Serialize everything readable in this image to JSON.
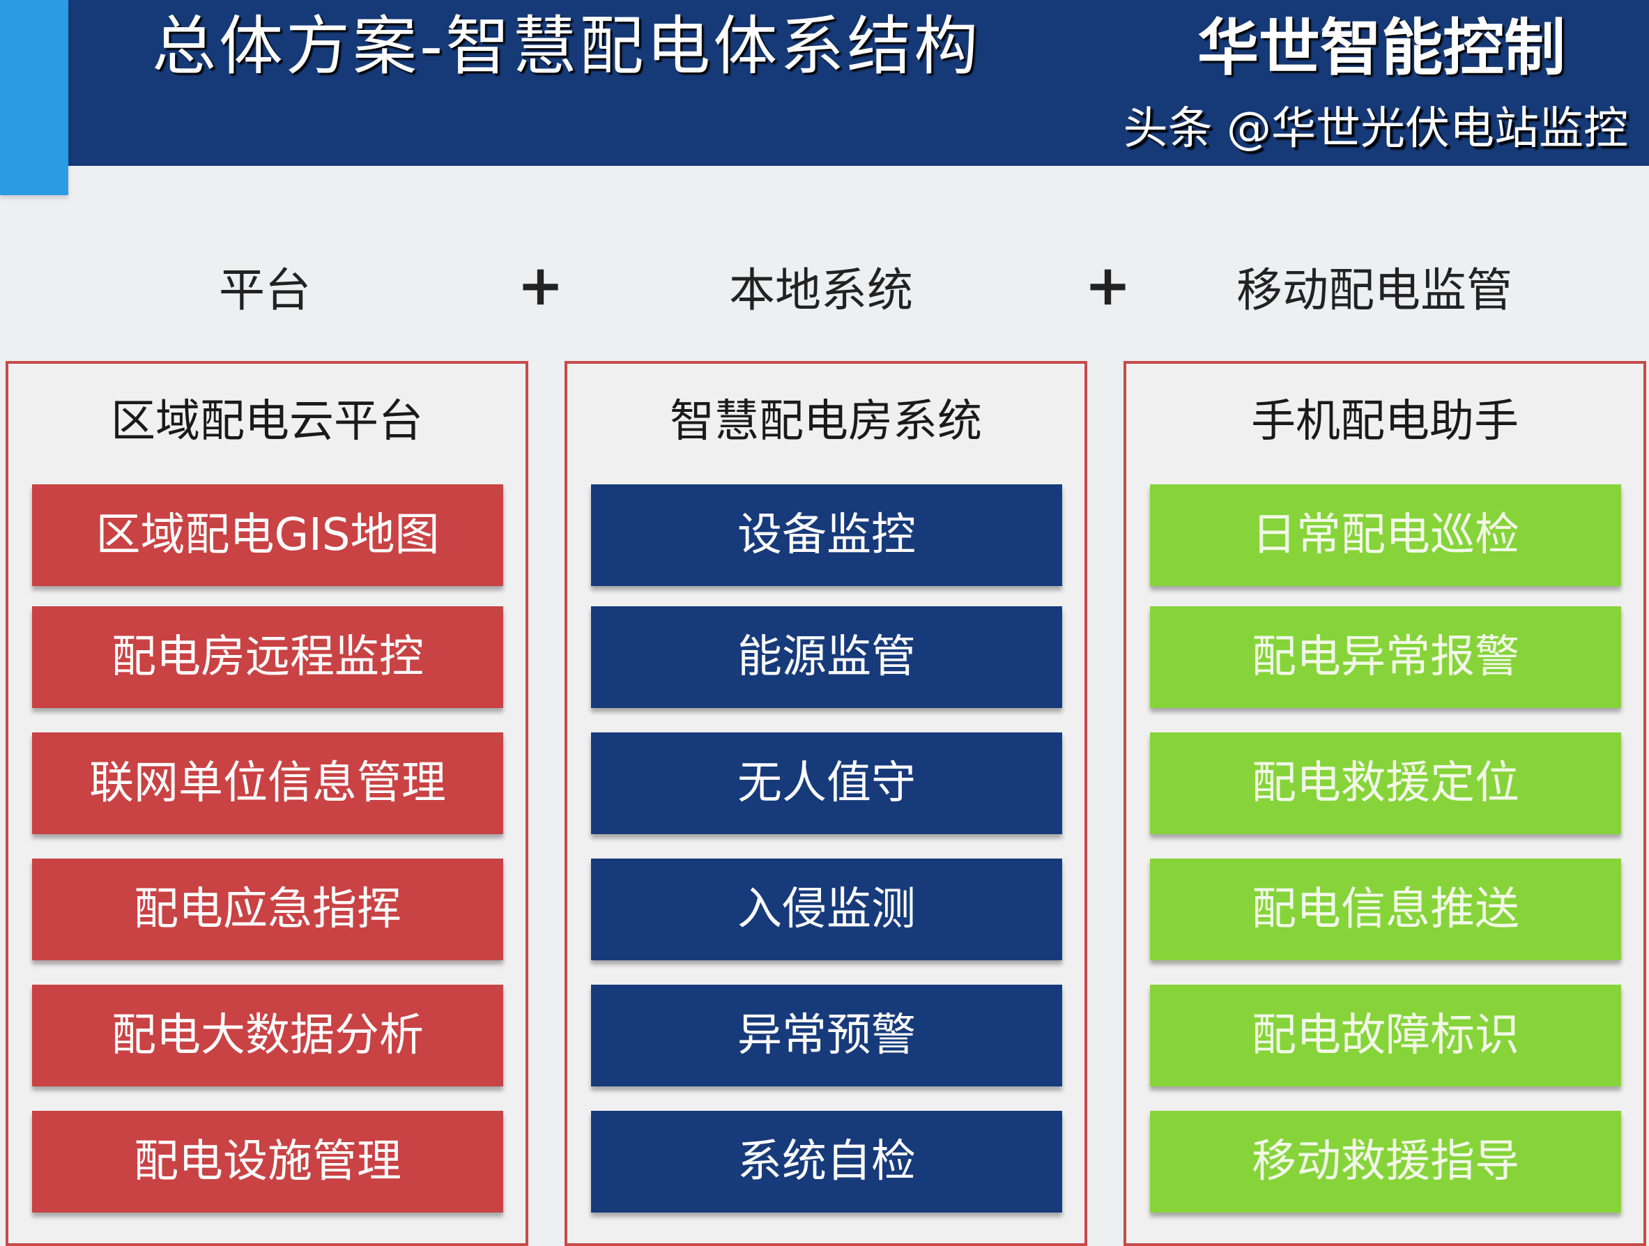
{
  "header": {
    "title": "总体方案-智慧配电体系结构",
    "brand": "华世智能控制"
  },
  "columns": [
    {
      "heading": "平台",
      "panel_title": "区域配电云平台",
      "items": [
        "区域配电GIS地图",
        "配电房远程监控",
        "联网单位信息管理",
        "配电应急指挥",
        "配电大数据分析",
        "配电设施管理"
      ]
    },
    {
      "heading": "本地系统",
      "panel_title": "智慧配电房系统",
      "items": [
        "设备监控",
        "能源监管",
        "无人值守",
        "入侵监测",
        "异常预警",
        "系统自检"
      ]
    },
    {
      "heading": "移动配电监管",
      "panel_title": "手机配电助手",
      "items": [
        "日常配电巡检",
        "配电异常报警",
        "配电救援定位",
        "配电信息推送",
        "配电故障标识",
        "移动救援指导"
      ]
    }
  ],
  "plus": "+",
  "watermark": "头条 @华世光伏电站监控",
  "colors": {
    "header": "#163a78",
    "red": "#c94244",
    "blue": "#173a7a",
    "green": "#86d43a",
    "border": "#c84a4a"
  }
}
